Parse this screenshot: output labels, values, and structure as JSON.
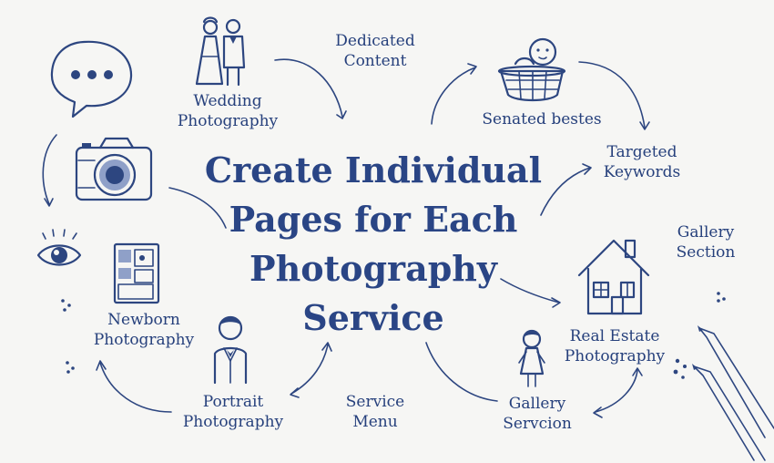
{
  "title_lines": [
    "Create Individual",
    "Pages for Each",
    "Photography",
    "Service"
  ],
  "nodes": {
    "wedding": [
      "Wedding",
      "Photography"
    ],
    "dedicated": [
      "Dedicated",
      "Content"
    ],
    "senated": [
      "Senated bestes"
    ],
    "targeted": [
      "Targeted",
      "Keywords"
    ],
    "gallery_section": [
      "Gallery",
      "Section"
    ],
    "real_estate": [
      "Real Estate",
      "Photography"
    ],
    "gallery_servcion": [
      "Gallery",
      "Servcion"
    ],
    "service_menu": [
      "Service",
      "Menu"
    ],
    "portrait": [
      "Portrait",
      "Photography"
    ],
    "newborn": [
      "Newborn",
      "Photography"
    ]
  },
  "icons": [
    "speech-bubble-icon",
    "camera-icon",
    "eye-icon",
    "photo-collage-icon",
    "couple-icon",
    "baby-basket-icon",
    "house-icon",
    "girl-icon",
    "man-portrait-icon",
    "pencils-icon"
  ],
  "colors": {
    "ink": "#2d4680",
    "paper": "#f6f6f4"
  }
}
